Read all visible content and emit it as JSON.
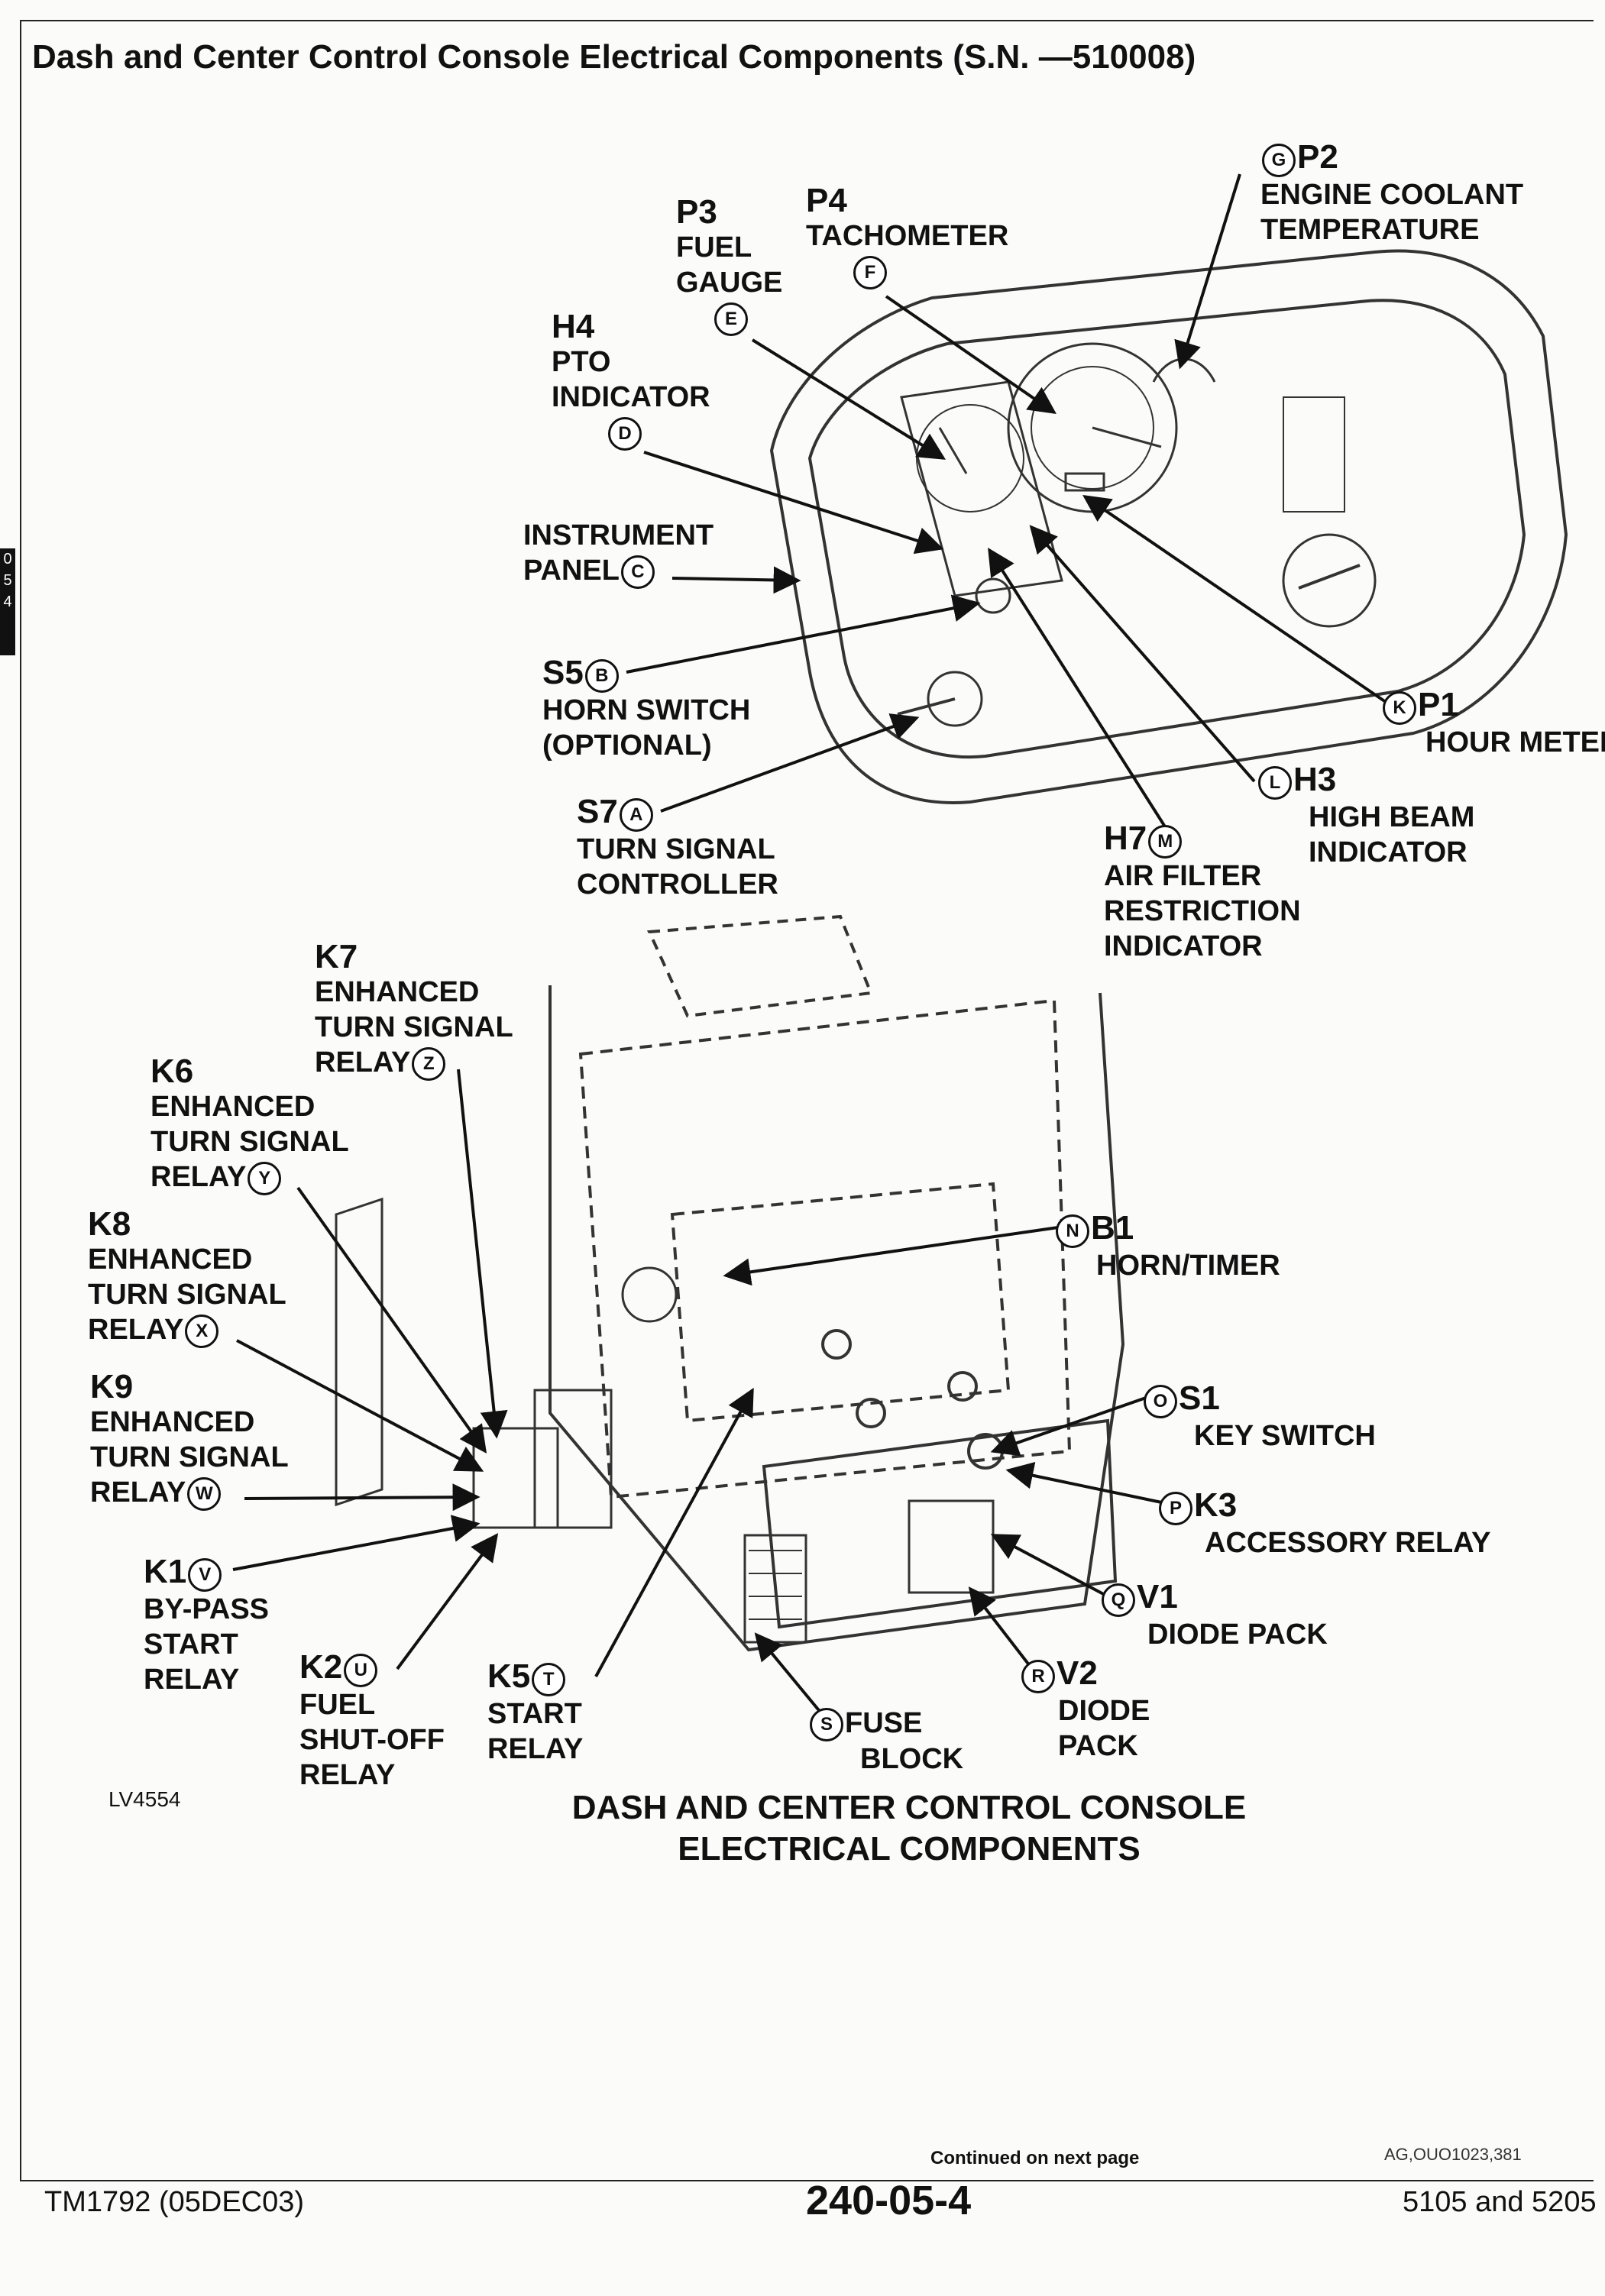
{
  "title": "Dash and Center Control Console Electrical Components (S.N. —510008)",
  "side_tab": [
    "0",
    "5",
    "4"
  ],
  "callouts": {
    "a": {
      "letter": "A",
      "code": "S7",
      "line1": "TURN SIGNAL",
      "line2": "CONTROLLER"
    },
    "b": {
      "letter": "B",
      "code": "S5",
      "line1": "HORN SWITCH",
      "line2": "(OPTIONAL)"
    },
    "c": {
      "letter": "C",
      "line1": "INSTRUMENT",
      "line2": "PANEL"
    },
    "d": {
      "letter": "D",
      "code": "H4",
      "line1": "PTO",
      "line2": "INDICATOR"
    },
    "e": {
      "letter": "E",
      "code": "P3",
      "line1": "FUEL",
      "line2": "GAUGE"
    },
    "f": {
      "letter": "F",
      "code": "P4",
      "line1": "TACHOMETER"
    },
    "g": {
      "letter": "G",
      "code": "P2",
      "line1": "ENGINE COOLANT",
      "line2": "TEMPERATURE"
    },
    "k": {
      "letter": "K",
      "code": "P1",
      "line1": "HOUR METER"
    },
    "l": {
      "letter": "L",
      "code": "H3",
      "line1": "HIGH BEAM",
      "line2": "INDICATOR"
    },
    "m": {
      "letter": "M",
      "code": "H7",
      "line1": "AIR FILTER",
      "line2": "RESTRICTION",
      "line3": "INDICATOR"
    },
    "n": {
      "letter": "N",
      "code": "B1",
      "line1": "HORN/TIMER"
    },
    "o": {
      "letter": "O",
      "code": "S1",
      "line1": "KEY SWITCH"
    },
    "p": {
      "letter": "P",
      "code": "K3",
      "line1": "ACCESSORY RELAY"
    },
    "q": {
      "letter": "Q",
      "code": "V1",
      "line1": "DIODE PACK"
    },
    "r": {
      "letter": "R",
      "code": "V2",
      "line1": "DIODE",
      "line2": "PACK"
    },
    "s": {
      "letter": "S",
      "line1": "FUSE",
      "line2": "BLOCK"
    },
    "t": {
      "letter": "T",
      "code": "K5",
      "line1": "START",
      "line2": "RELAY"
    },
    "u": {
      "letter": "U",
      "code": "K2",
      "line1": "FUEL",
      "line2": "SHUT-OFF",
      "line3": "RELAY"
    },
    "v": {
      "letter": "V",
      "code": "K1",
      "line1": "BY-PASS",
      "line2": "START",
      "line3": "RELAY"
    },
    "w": {
      "letter": "W",
      "code": "K9",
      "line1": "ENHANCED",
      "line2": "TURN SIGNAL",
      "line3": "RELAY"
    },
    "x": {
      "letter": "X",
      "code": "K8",
      "line1": "ENHANCED",
      "line2": "TURN SIGNAL",
      "line3": "RELAY"
    },
    "y": {
      "letter": "Y",
      "code": "K6",
      "line1": "ENHANCED",
      "line2": "TURN SIGNAL",
      "line3": "RELAY"
    },
    "z": {
      "letter": "Z",
      "code": "K7",
      "line1": "ENHANCED",
      "line2": "TURN SIGNAL",
      "line3": "RELAY"
    }
  },
  "figure_id": "LV4554",
  "figure_caption": [
    "DASH AND CENTER CONTROL CONSOLE",
    "ELECTRICAL COMPONENTS"
  ],
  "footer": {
    "continued": "Continued on next page",
    "reference": "AG,OUO1023,381",
    "left": "TM1792 (05DEC03)",
    "page_number": "240-05-4",
    "right": "5105 and 5205"
  }
}
